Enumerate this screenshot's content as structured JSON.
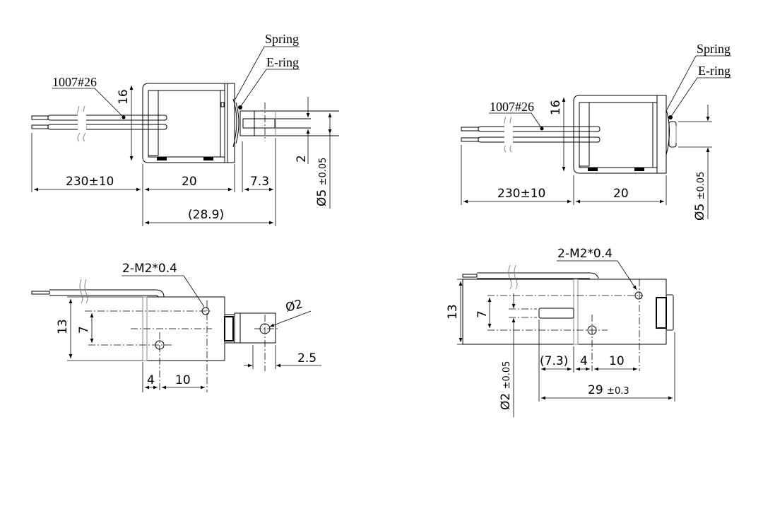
{
  "views": {
    "side_left": {
      "wire_label": "1007#26",
      "spring_label": "Spring",
      "ering_label": "E-ring",
      "dim_wire": "230±10",
      "dim_body": "20",
      "dim_stroke": "7.3",
      "dim_total": "(28.9)",
      "dim_height": "16",
      "dim_slot": "2",
      "dim_dia": "Ø5",
      "dim_dia_tol": "±0.05"
    },
    "side_right": {
      "wire_label": "1007#26",
      "spring_label": "Spring",
      "ering_label": "E-ring",
      "dim_wire": "230±10",
      "dim_body": "20",
      "dim_height": "16",
      "dim_dia": "Ø5",
      "dim_dia_tol": "±0.05"
    },
    "top_left": {
      "thread_label": "2-M2*0.4",
      "hole_label": "Ø2",
      "dim_height": "13",
      "dim_hole_spacing": "7",
      "dim_4": "4",
      "dim_10": "10",
      "dim_2_5": "2.5"
    },
    "top_right": {
      "thread_label": "2-M2*0.4",
      "dim_height": "13",
      "dim_hole_spacing": "7",
      "dim_stroke": "(7.3)",
      "dim_4": "4",
      "dim_10": "10",
      "dim_total": "29",
      "dim_total_tol": "±0.3",
      "dim_dia": "Ø2",
      "dim_dia_tol": "±0.05"
    }
  }
}
